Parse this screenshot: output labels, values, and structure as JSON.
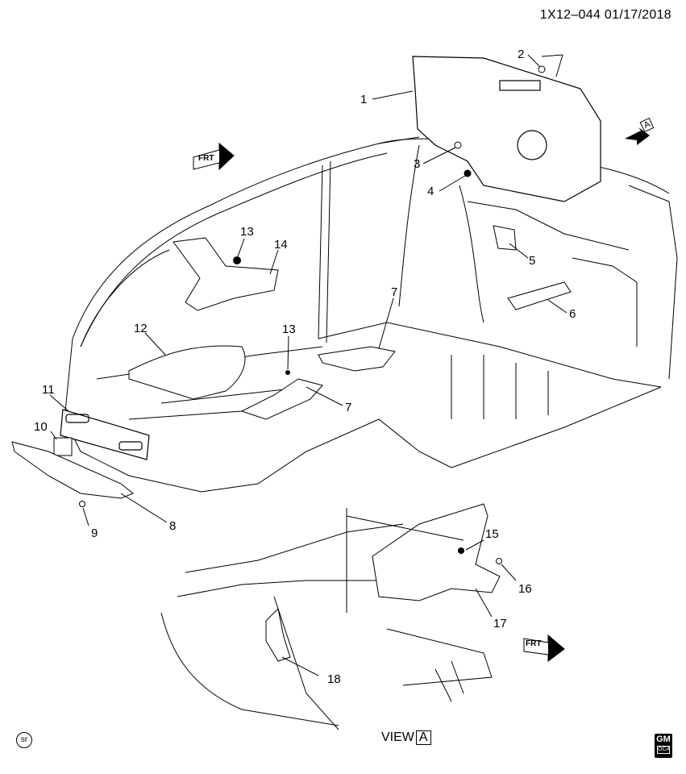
{
  "header": {
    "code": "1X12–044",
    "date": "01/17/2018"
  },
  "callouts": [
    {
      "id": "c1",
      "text": "1"
    },
    {
      "id": "c2",
      "text": "2"
    },
    {
      "id": "c3",
      "text": "3"
    },
    {
      "id": "c4",
      "text": "4"
    },
    {
      "id": "c5",
      "text": "5"
    },
    {
      "id": "c6",
      "text": "6"
    },
    {
      "id": "c7a",
      "text": "7"
    },
    {
      "id": "c7b",
      "text": "7"
    },
    {
      "id": "c8",
      "text": "8"
    },
    {
      "id": "c9",
      "text": "9"
    },
    {
      "id": "c10",
      "text": "10"
    },
    {
      "id": "c11",
      "text": "11"
    },
    {
      "id": "c12",
      "text": "12"
    },
    {
      "id": "c13a",
      "text": "13"
    },
    {
      "id": "c13b",
      "text": "13"
    },
    {
      "id": "c14",
      "text": "14"
    },
    {
      "id": "c15",
      "text": "15"
    },
    {
      "id": "c16",
      "text": "16"
    },
    {
      "id": "c17",
      "text": "17"
    },
    {
      "id": "c18",
      "text": "18"
    }
  ],
  "frt_label": "FRT",
  "view_marker": "A",
  "view_label": {
    "prefix": "VIEW",
    "letter": "A"
  },
  "sr_mark": "sr",
  "logo": {
    "brand": "GM",
    "sub": "OCA"
  }
}
